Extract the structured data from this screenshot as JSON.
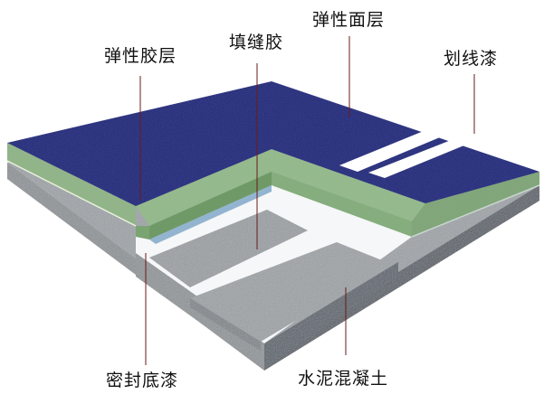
{
  "diagram": {
    "type": "layered-floor-cross-section",
    "colors": {
      "surface_blue": "#0a1a78",
      "cushion_green": "#8fb486",
      "cushion_green_dark": "#6f9a67",
      "line_paint_white": "#ffffff",
      "primer_white": "#f4f6f8",
      "concrete_light": "#a3a8ac",
      "concrete_dark": "#5d636b",
      "leader_line": "#6b1a1a"
    },
    "labels": [
      {
        "id": "elastic-adhesive-layer",
        "text": "弹性胶层"
      },
      {
        "id": "joint-filler",
        "text": "填缝胶"
      },
      {
        "id": "elastic-top-layer",
        "text": "弹性面层"
      },
      {
        "id": "line-paint",
        "text": "划线漆"
      },
      {
        "id": "sealing-primer",
        "text": "密封底漆"
      },
      {
        "id": "cement-concrete",
        "text": "水泥混凝土"
      }
    ]
  }
}
